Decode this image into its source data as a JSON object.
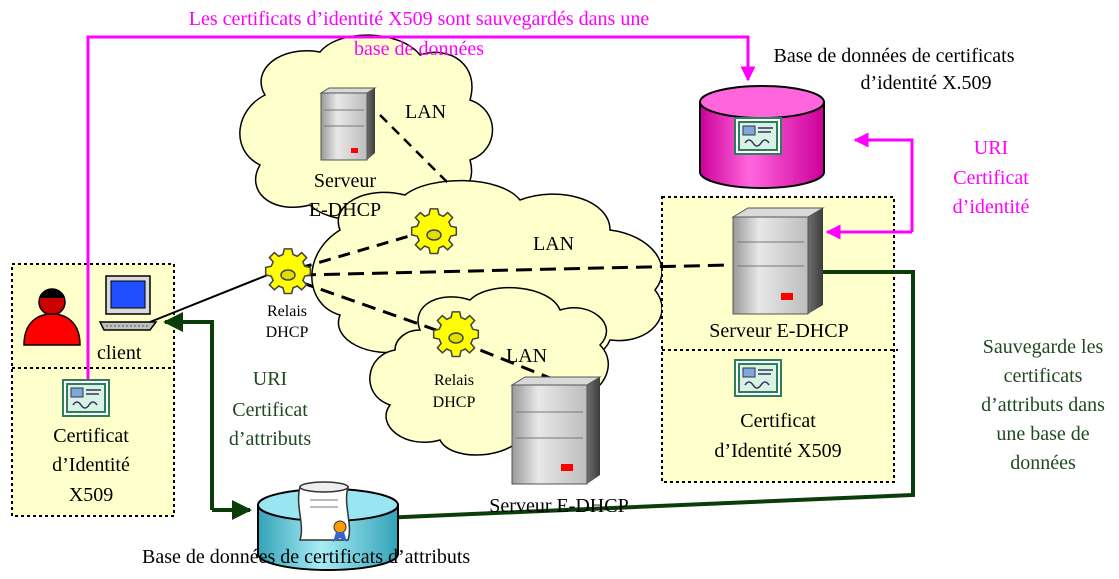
{
  "colors": {
    "magenta": "#ff00ff",
    "dark_green": "#0b3d0b",
    "cloud": "#ffffcc",
    "panel": "#ffffcc",
    "db_magenta": "#ff33cc",
    "db_cyan": "#66ccdd"
  },
  "top_note": {
    "line1": "Les certificats d’identité X509 sont sauvegardés dans une",
    "line2": "base de données"
  },
  "identity_db": {
    "line1": "Base de données de certificats",
    "line2": "d’identité X.509",
    "icon": "certificate-icon"
  },
  "uri_identity": {
    "line1": "URI",
    "line2": "Certificat",
    "line3": "d’identité"
  },
  "lan_labels": [
    "LAN",
    "LAN",
    "LAN"
  ],
  "servers": {
    "top": {
      "line1": "Serveur",
      "line2": "E-DHCP"
    },
    "right": {
      "label": "Serveur E-DHCP"
    },
    "bottom": {
      "label": "Serveur E-DHCP"
    }
  },
  "relays": {
    "left": {
      "line1": "Relais",
      "line2": "DHCP"
    },
    "bottom": {
      "line1": "Relais",
      "line2": "DHCP"
    }
  },
  "client": {
    "label": "client",
    "cert_line1": "Certificat",
    "cert_line2": "d’Identité",
    "cert_line3": "X509"
  },
  "uri_attributes": {
    "line1": "URI",
    "line2": "Certificat",
    "line3": "d’attributs"
  },
  "right_panel_cert": {
    "line1": "Certificat",
    "line2": "d’Identité X509"
  },
  "save_note": {
    "line1": "Sauvegarde les",
    "line2": "certificats",
    "line3": "d’attributs dans",
    "line4": "une base de",
    "line5": "données"
  },
  "attributes_db": {
    "label": "Base de données de certificats d’attributs"
  }
}
